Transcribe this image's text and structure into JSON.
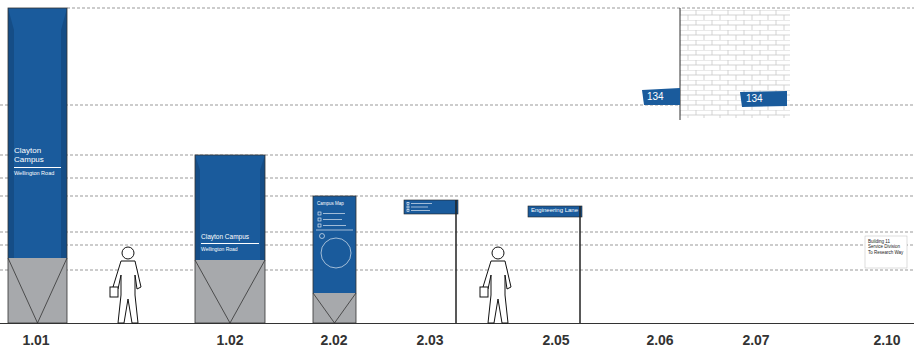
{
  "diagram": {
    "nodes": [
      {
        "text": [
          "Clayton Campus",
          "Wellington Road"
        ]
      },
      {
        "text": [
          "Clayton Campus",
          "Wellington Road"
        ]
      },
      {
        "text": [
          "Campus Map"
        ]
      },
      {
        "text": [
          "Engineering Lane"
        ]
      },
      {
        "text": [
          "134"
        ]
      },
      {
        "text": [
          "134"
        ]
      },
      {
        "text": [
          "Building 11",
          "Service Division",
          "To Research Way"
        ]
      }
    ],
    "labels": [
      "1.01",
      "1.02",
      "2.02",
      "2.03",
      "2.05",
      "2.06",
      "2.07",
      "2.10"
    ]
  }
}
